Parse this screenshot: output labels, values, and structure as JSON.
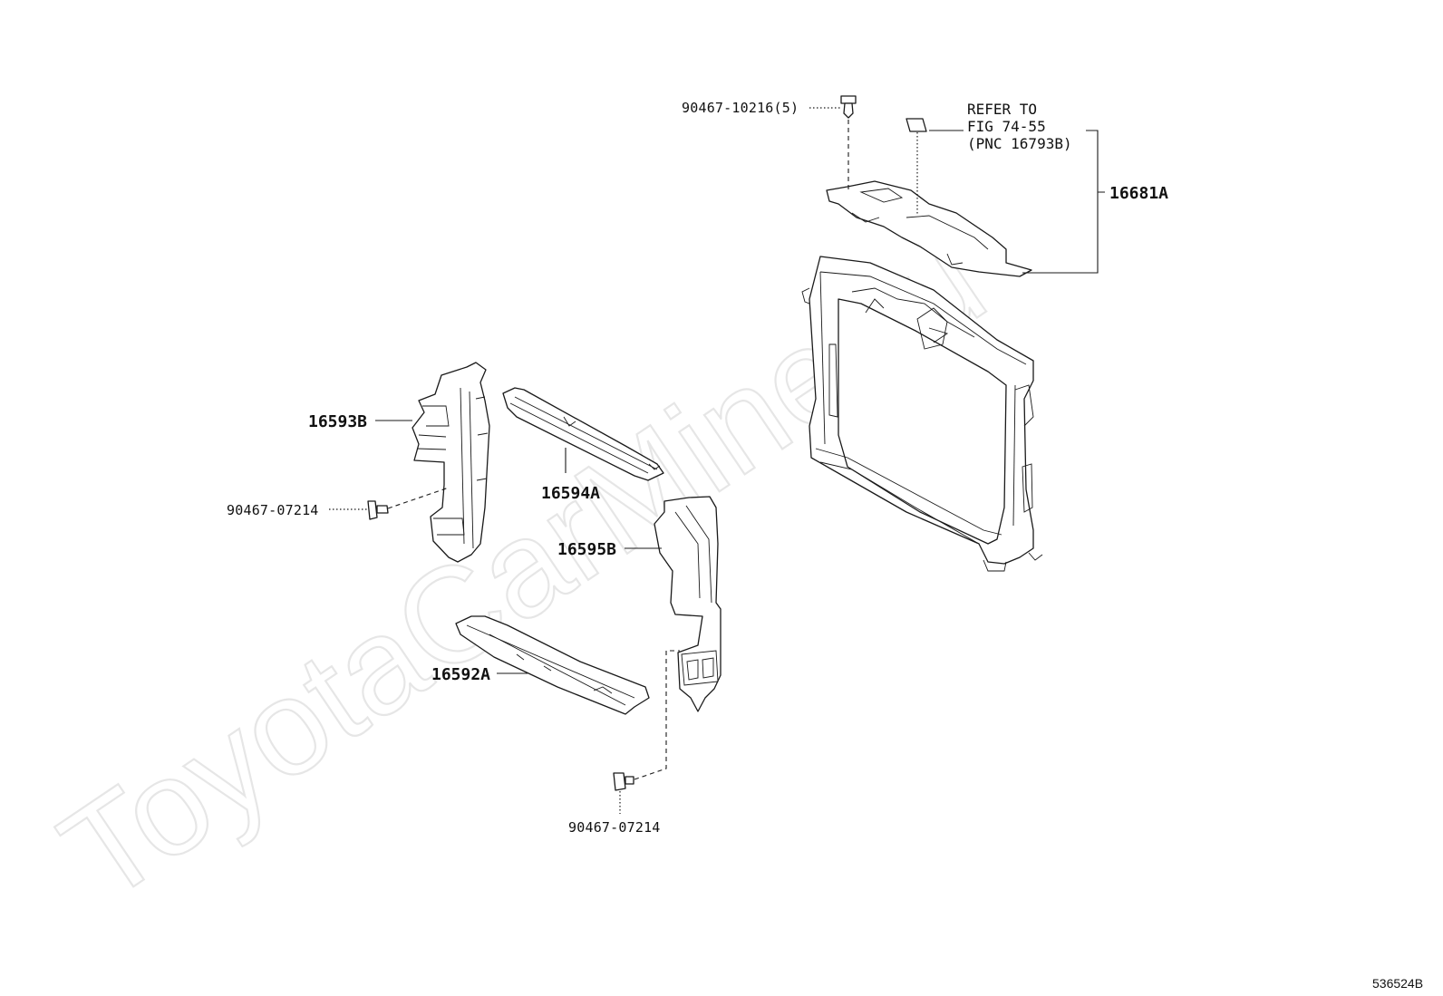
{
  "watermark": "ToyotaCarMine.ru",
  "diagram_code": "536524B",
  "note": {
    "line1": "REFER TO",
    "line2": "FIG 74-55",
    "line3": "(PNC 16793B)"
  },
  "labels": {
    "clip_top": "90467-10216(5)",
    "support_16681A": "16681A",
    "seal_16593B": "16593B",
    "seal_16594A": "16594A",
    "clip_left": "90467-07214",
    "seal_16595B": "16595B",
    "seal_16592A": "16592A",
    "clip_bottom": "90467-07214"
  }
}
